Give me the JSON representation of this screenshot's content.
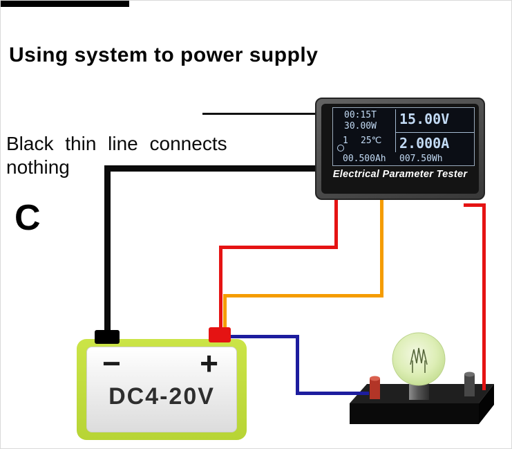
{
  "page": {
    "title": "Using system to power supply",
    "annotation_line1": "Black thin line connects",
    "annotation_line2": "nothing",
    "corner_label": "C"
  },
  "tester": {
    "label": "Electrical Parameter Tester",
    "display": {
      "time": "00:15T",
      "power": "30.00W",
      "mode": "1",
      "temp": "25℃",
      "voltage": "15.00V",
      "current": "2.000A",
      "capacity": "00.500Ah",
      "energy": "007.50Wh"
    }
  },
  "battery": {
    "minus_label": "−",
    "plus_label": "+",
    "label": "DC4-20V"
  },
  "colors": {
    "wire-black": "#0b0b0b",
    "wire-red": "#e51313",
    "wire-orange": "#f59c00",
    "wire-blue": "#1d1d9e",
    "battery-green": "#b7d435",
    "screen-bg": "#0b0e15",
    "screen-text": "#c2daf4"
  }
}
